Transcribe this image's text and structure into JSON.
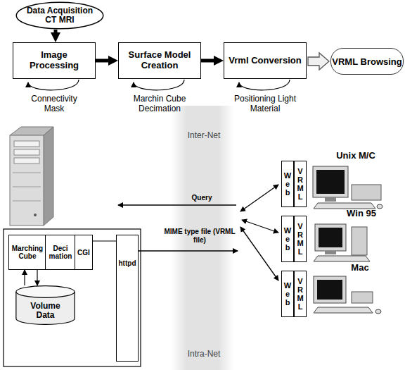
{
  "diagram": {
    "nodes": [
      {
        "text": [
          "Data Acquisition CT MRI"
        ]
      },
      {
        "text": [
          "Image Processing"
        ]
      },
      {
        "text": [
          "Surface Model Creation"
        ]
      },
      {
        "text": [
          "Vrml Conversion"
        ]
      },
      {
        "text": [
          "VRML Browsing"
        ]
      },
      {
        "text": [
          "Marching Cube"
        ]
      },
      {
        "text": [
          "Deci mation"
        ]
      },
      {
        "text": [
          "CGI"
        ]
      },
      {
        "text": [
          "httpd"
        ]
      },
      {
        "text": [
          "Volume Data"
        ]
      },
      {
        "text": [
          "Web"
        ]
      },
      {
        "text": [
          "VRML"
        ]
      },
      {
        "text": [
          "Web"
        ]
      },
      {
        "text": [
          "VRML"
        ]
      },
      {
        "text": [
          "Web"
        ]
      },
      {
        "text": [
          "VRML"
        ]
      }
    ],
    "edges": [
      {
        "from": 0,
        "to": 1,
        "arrow": "to"
      },
      {
        "from": 1,
        "to": 2,
        "arrow": "to"
      },
      {
        "from": 2,
        "to": 3,
        "arrow": "to"
      },
      {
        "from": 3,
        "to": 4,
        "arrow": "to"
      },
      {
        "from": 9,
        "to": 5,
        "arrow": "to"
      },
      {
        "from": 5,
        "to": 9,
        "arrow": "to"
      },
      {
        "from": 7,
        "to": 8,
        "arrow": "none"
      }
    ],
    "labels": [
      "Connectivity Mask",
      "Marchin Cube Decimation",
      "Positioning Light Material",
      "Inter-Net",
      "Query",
      "MIME type file (VRML file)",
      "Intra-Net",
      "Unix M/C",
      "Win 95",
      "Mac"
    ]
  }
}
